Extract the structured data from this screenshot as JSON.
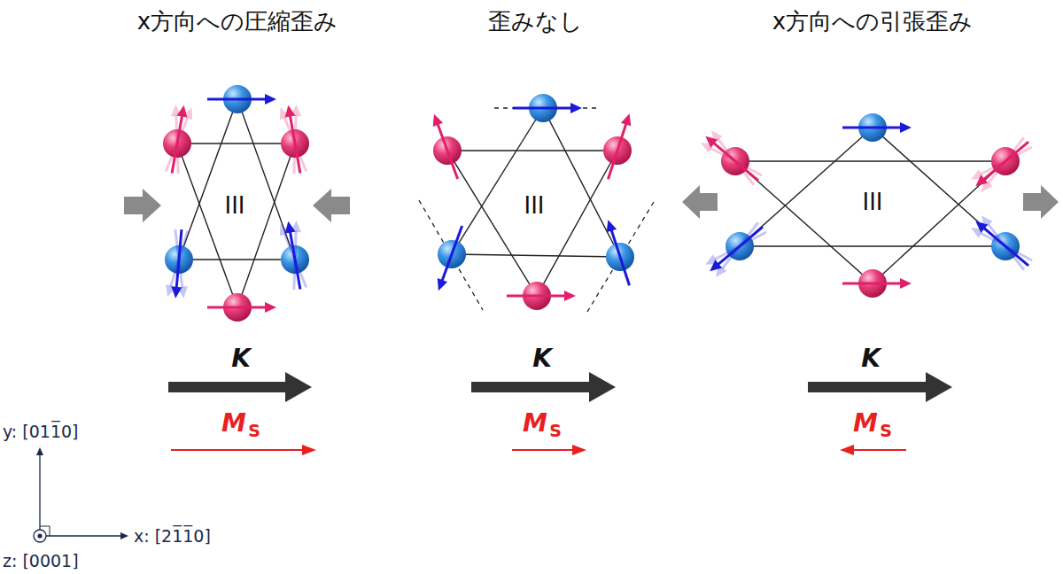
{
  "diagram": {
    "labels": [
      "x方向への圧縮歪み",
      "III",
      "K",
      "M",
      "S",
      "歪みなし",
      "III",
      "K",
      "M",
      "S",
      "x方向への引張歪み",
      "III",
      "K",
      "M",
      "S",
      "y: [011̅0]",
      "x: [21̅1̅0]",
      "z: [0001]"
    ]
  }
}
